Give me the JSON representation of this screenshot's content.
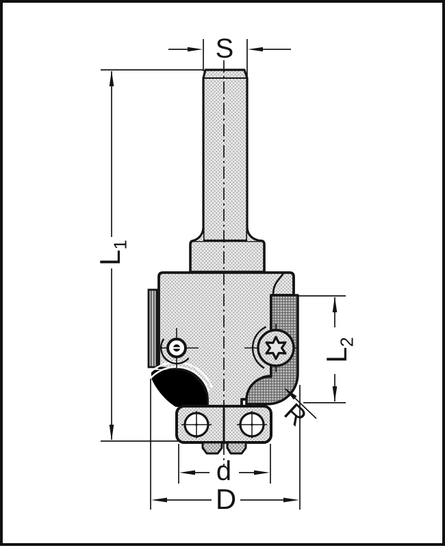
{
  "drawing": {
    "kind": "technical-dimension-drawing",
    "subject": "shank-mounted roundover cutter with bearing",
    "view": "front-elevation"
  },
  "labels": {
    "shank_diameter": {
      "text": "S"
    },
    "overall_length": {
      "main": "L",
      "sub": "1"
    },
    "cutting_length": {
      "main": "L",
      "sub": "2"
    },
    "radius": {
      "text": "R"
    },
    "bearing_diameter": {
      "text": "d"
    },
    "cutting_diameter": {
      "text": "D"
    }
  },
  "colors": {
    "background": "#ffffff",
    "ink": "#141414",
    "frame": "#111111",
    "halftone_bg": "#e8e8e8",
    "halftone_dot": "#a0a0a0",
    "insert_bg": "#b4b4b4",
    "insert_hatch": "#636363",
    "edge_strip_bg": "#c2c2c2",
    "edge_strip_line": "#4f4f4f",
    "solid_region": "#000000"
  }
}
